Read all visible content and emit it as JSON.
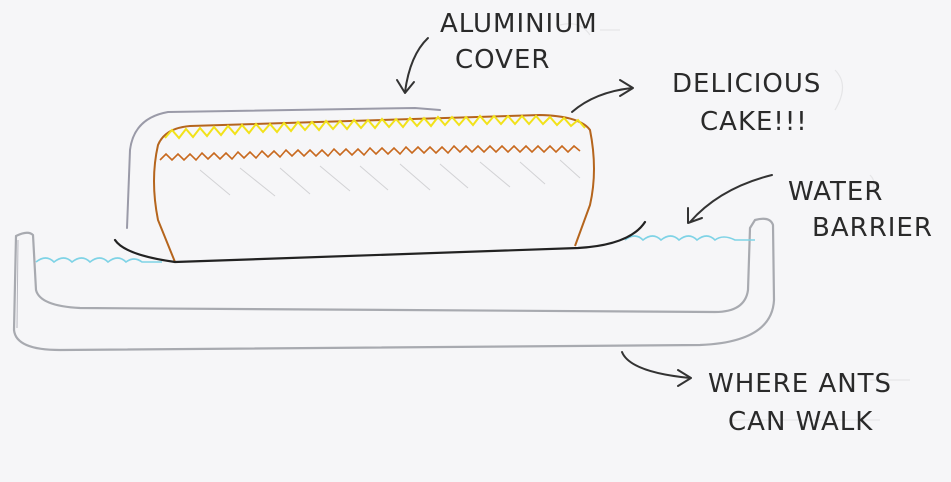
{
  "labels": {
    "cover": [
      "ALUMINIUM",
      "COVER"
    ],
    "cake": [
      "DELICIOUS",
      "CAKE!!!"
    ],
    "water": [
      "WATER",
      "BARRIER"
    ],
    "ants": [
      "WHERE ANTS",
      "CAN WALK"
    ]
  },
  "colors": {
    "ink": "#222222",
    "cover": "#9a9aa8",
    "tray": "#a8aab0",
    "cake_outline": "#b5651d",
    "icing": "#f2e21a",
    "crumb": "#c8691e",
    "water": "#7fd3e6",
    "shading": "#c9c9cc"
  }
}
